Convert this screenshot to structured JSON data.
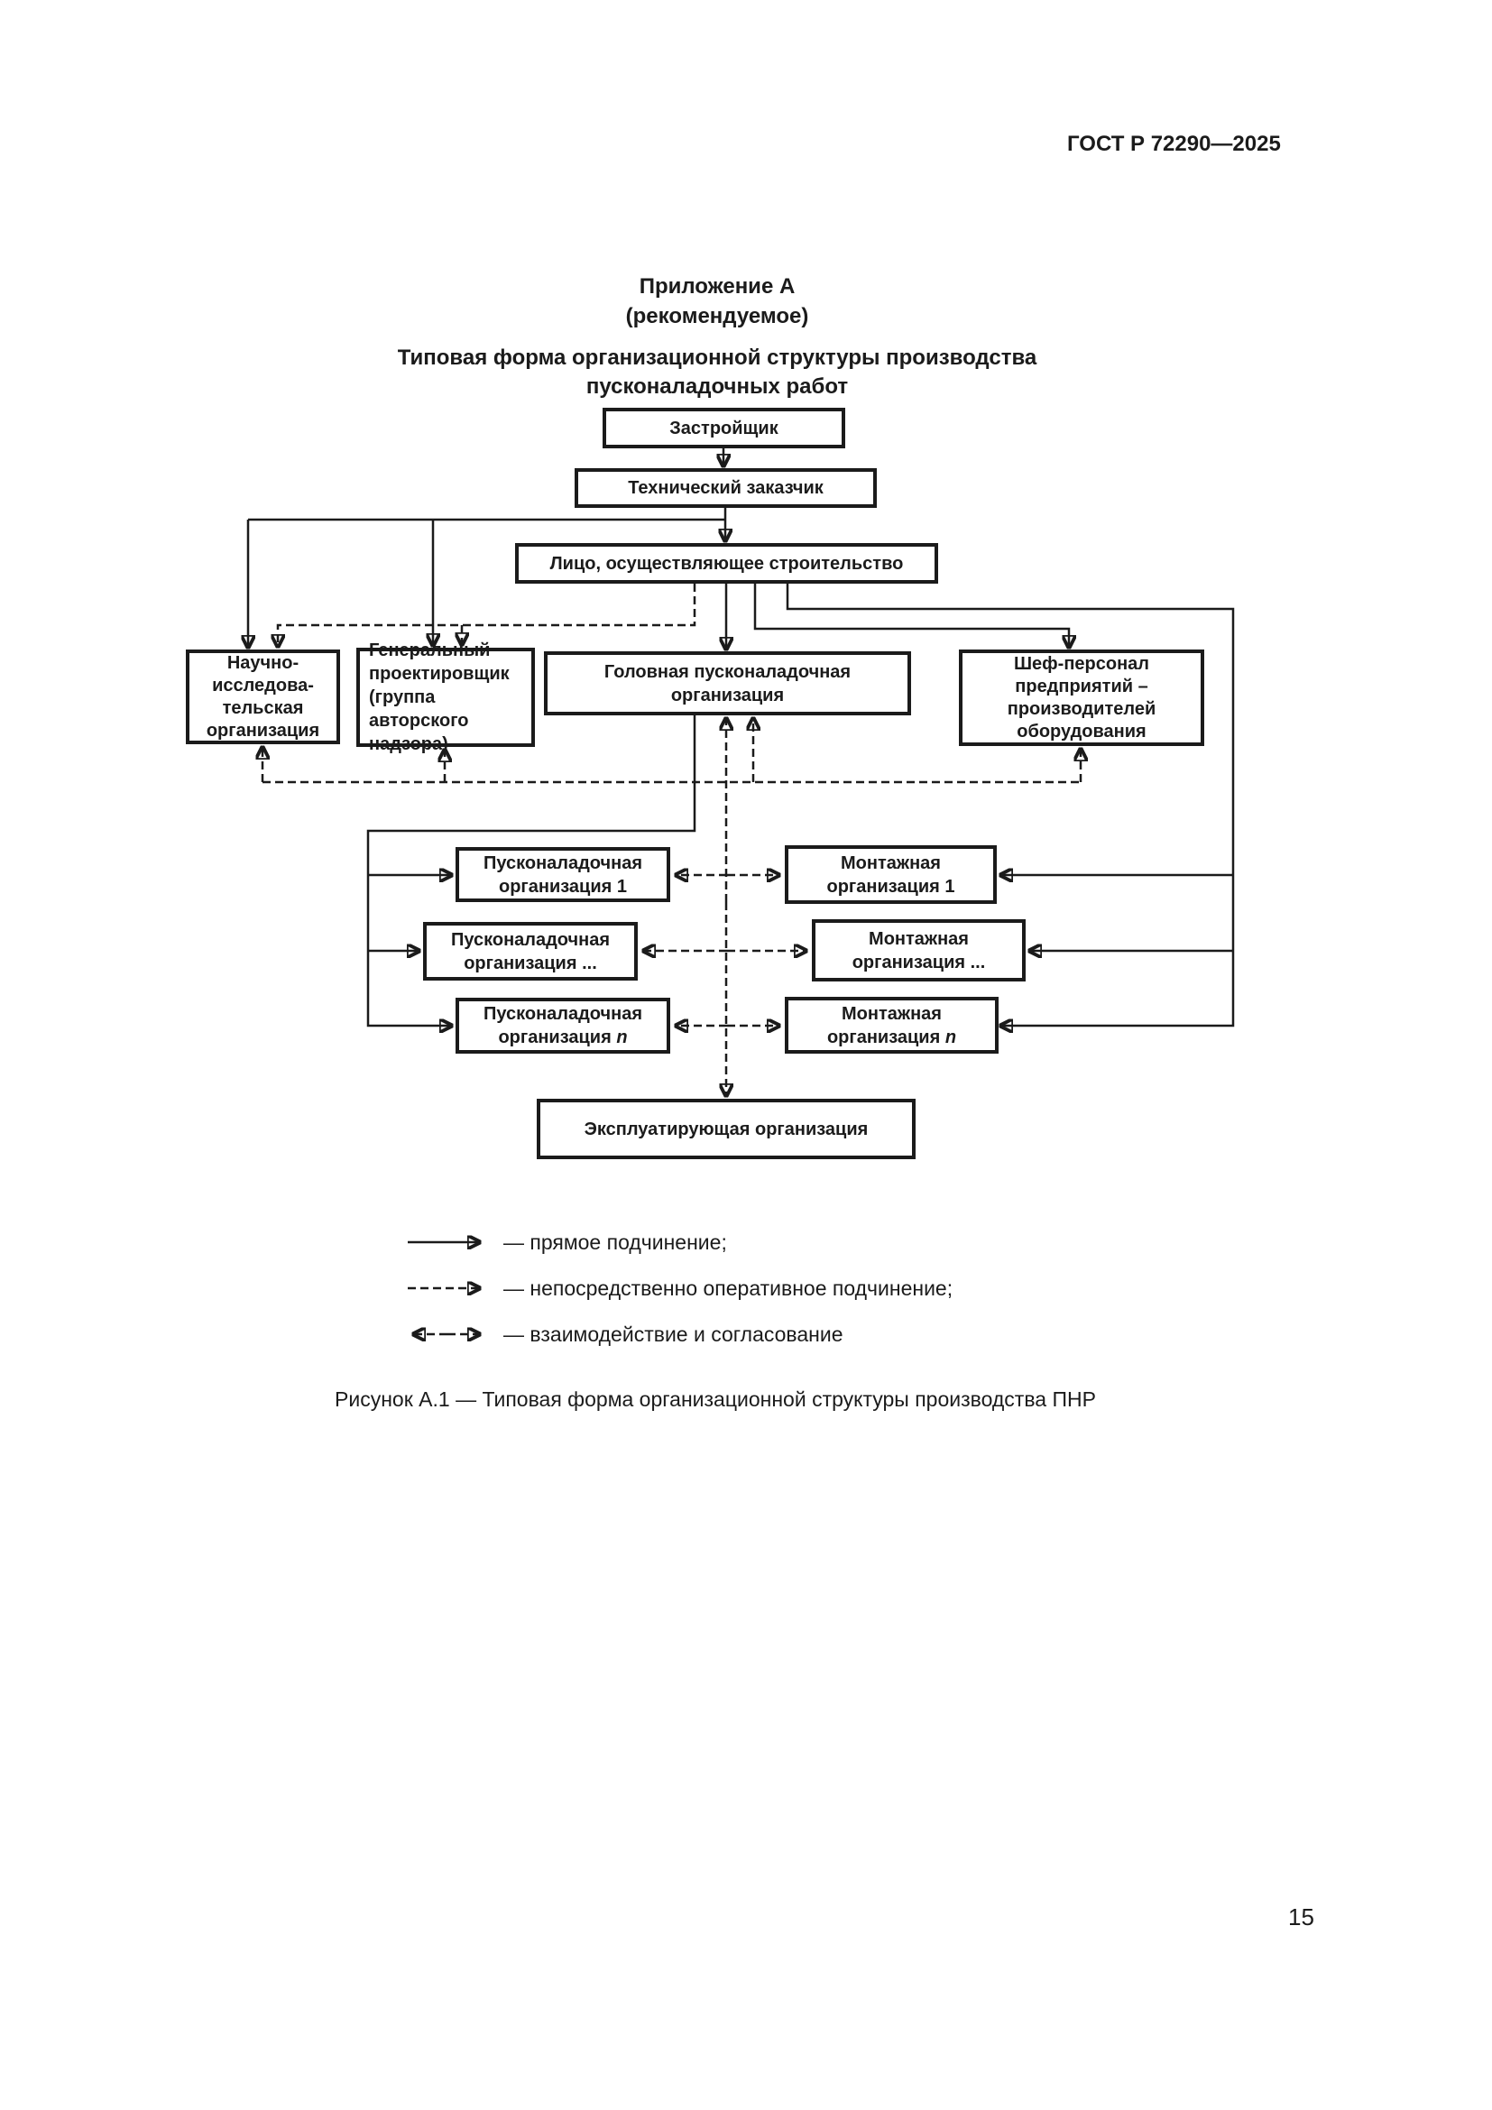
{
  "page": {
    "header": "ГОСТ Р 72290—2025",
    "appendix_title": "Приложение А",
    "appendix_subtitle": "(рекомендуемое)",
    "title_line1": "Типовая форма организационной структуры производства",
    "title_line2": "пусконаладочных работ",
    "caption": "Рисунок А.1 — Типовая форма организационной структуры производства ПНР",
    "page_number": "15"
  },
  "diagram": {
    "type": "org-chart",
    "ink_color": "#1b1b1b",
    "nodes": [
      {
        "id": "zastroyshchik",
        "label": "Застройщик"
      },
      {
        "id": "tekh-zakazchik",
        "label": "Технический заказчик"
      },
      {
        "id": "litso-stroitelstvo",
        "label": "Лицо, осуществляющее строительство"
      },
      {
        "id": "nii",
        "label": "Научно-\nисследова-\nтельская\nорганизация"
      },
      {
        "id": "genproektirovshchik",
        "label": "Генеральный\nпроектировщик\n(группа авторского\nнадзора)"
      },
      {
        "id": "golovnaya-pnr",
        "label": "Головная пусконаладочная\nорганизация"
      },
      {
        "id": "shef-personal",
        "label": "Шеф-персонал\nпредприятий –\nпроизводителей\nоборудования"
      },
      {
        "id": "pnr-1",
        "label": "Пусконаладочная\nорганизация 1"
      },
      {
        "id": "mont-1",
        "label": "Монтажная\nорганизация 1"
      },
      {
        "id": "pnr-dots",
        "label": "Пусконаладочная\nорганизация ..."
      },
      {
        "id": "mont-dots",
        "label": "Монтажная\nорганизация ..."
      },
      {
        "id": "pnr-n",
        "label": "Пусконаладочная\nорганизация ",
        "suffix": "n"
      },
      {
        "id": "mont-n",
        "label": "Монтажная\nорганизация ",
        "suffix": "n"
      },
      {
        "id": "ekspluatiruyushchaya",
        "label": "Эксплуатирующая организация"
      }
    ]
  },
  "legend": {
    "items": [
      {
        "type": "solid-arrow",
        "label": "— прямое подчинение;"
      },
      {
        "type": "dashed-arrow",
        "label": "— непосредственно оперативное подчинение;"
      },
      {
        "type": "double-dashed-arrow",
        "label": "— взаимодействие и согласование"
      }
    ]
  }
}
